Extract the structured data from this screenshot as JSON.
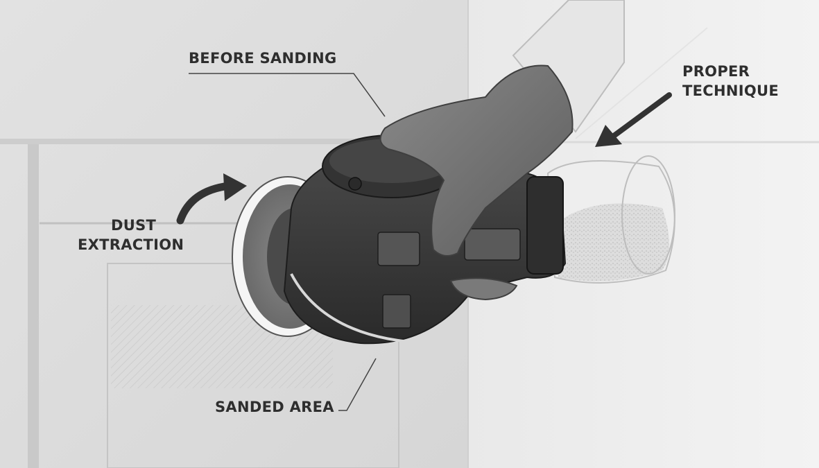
{
  "labels": {
    "before_sanding": "BEFORE SANDING",
    "proper_technique": [
      "PROPER",
      "TECHNIQUE"
    ],
    "dust_extraction": [
      "DUST",
      "EXTRACTION"
    ],
    "sanded_area": "SANDED AREA"
  },
  "colors": {
    "wall_light": "#ececec",
    "wall_mid": "#d9d9d9",
    "sander_body": "#3a3a3a",
    "sander_dark": "#262626",
    "glove": "#6f6f6f",
    "label_text": "#2e2e2e"
  }
}
